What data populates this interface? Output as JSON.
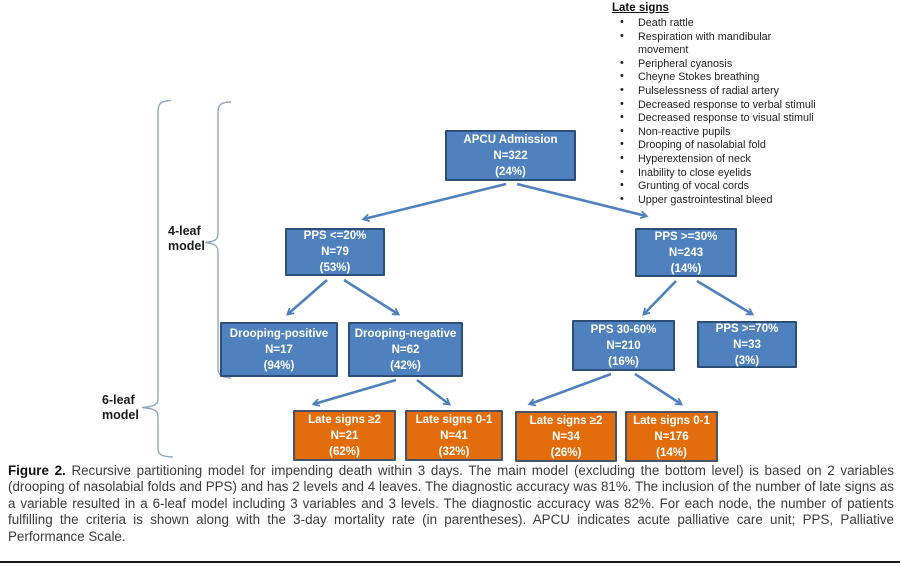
{
  "late_signs_panel": {
    "title": "Late signs",
    "bullet": "•",
    "items": [
      "Death rattle",
      "Respiration with mandibular\nmovement",
      "Peripheral cyanosis",
      "Cheyne Stokes breathing",
      "Pulselessness of radial artery",
      "Decreased response to verbal stimuli",
      "Decreased response to visual stimuli",
      "Non-reactive pupils",
      "Drooping of nasolabial fold",
      "Hyperextension of neck",
      "Inability to close eyelids",
      "Grunting of vocal cords",
      "Upper gastrointestinal bleed"
    ]
  },
  "tree": {
    "nodes": [
      {
        "label": "APCU Admission",
        "n": "N=322",
        "rate": "(24%)"
      },
      {
        "label": "PPS <=20%",
        "n": "N=79",
        "rate": "(53%)"
      },
      {
        "label": "PPS >=30%",
        "n": "N=243",
        "rate": "(14%)"
      },
      {
        "label": "Drooping-positive",
        "n": "N=17",
        "rate": "(94%)"
      },
      {
        "label": "Drooping-negative",
        "n": "N=62",
        "rate": "(42%)"
      },
      {
        "label": "PPS 30-60%",
        "n": "N=210",
        "rate": "(16%)"
      },
      {
        "label": "PPS >=70%",
        "n": "N=33",
        "rate": "(3%)"
      },
      {
        "label": "Late signs ≥2",
        "n": "N=21",
        "rate": "(62%)"
      },
      {
        "label": "Late signs 0-1",
        "n": "N=41",
        "rate": "(32%)"
      },
      {
        "label": "Late signs ≥2",
        "n": "N=34",
        "rate": "(26%)"
      },
      {
        "label": "Late signs 0-1",
        "n": "N=176",
        "rate": "(14%)"
      }
    ]
  },
  "model_labels": {
    "four_leaf_line1": "4-leaf",
    "four_leaf_line2": "model",
    "six_leaf_line1": "6-leaf",
    "six_leaf_line2": "model"
  },
  "caption": {
    "figure_label": "Figure 2.",
    "text": "Recursive partitioning model for impending death within 3 days. The main model (excluding the bottom level) is based on 2 variables (drooping of nasolabial folds and PPS) and has 2 levels and 4 leaves. The diagnostic accuracy was 81%. The inclusion of the number of late signs as a variable resulted in a 6-leaf model including 3 variables and 3 levels. The diagnostic accuracy was 82%. For each node, the number of patients fulfilling the criteria is shown along with the 3-day mortality rate (in parentheses). APCU indicates acute palliative care unit; PPS, Palliative Performance Scale."
  },
  "colors": {
    "node_blue_fill": "#4E81BD",
    "node_blue_border": "#2D4E77",
    "node_orange_fill": "#E36D0C",
    "node_orange_border": "#45546B",
    "arrow": "#4F81BD",
    "bracket": "#90A8C5",
    "rule": "#1B1B1B"
  }
}
